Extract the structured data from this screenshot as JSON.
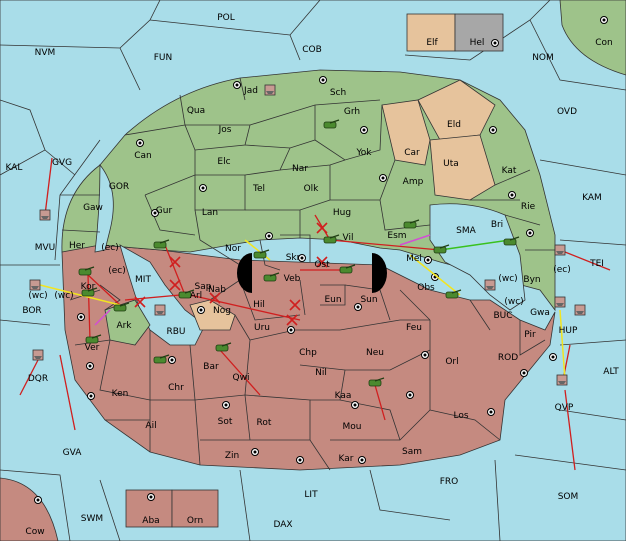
{
  "colors": {
    "sea": "#a9dde9",
    "green_power": "#9ec38a",
    "red_power": "#c58a80",
    "neutral": "#e6c39c",
    "order_red": "#d01f1f",
    "order_yellow": "#f2e420",
    "order_green": "#39c11d",
    "order_magenta": "#d24fd4"
  },
  "sea_labels": [
    "POL",
    "NVM",
    "FUN",
    "COB",
    "NOM",
    "Con",
    "KAL",
    "GVG",
    "OVD",
    "GOR",
    "KAM",
    "MVU",
    "TEI",
    "BOR",
    "MIT",
    "SMA",
    "BUC",
    "RBU",
    "ROD",
    "ALT",
    "DQR",
    "GVA",
    "FRO",
    "LIT",
    "SOM",
    "SWM",
    "DAX",
    "Cow"
  ],
  "land_labels": [
    "Jad",
    "Sch",
    "Qua",
    "Grh",
    "Elf",
    "Hel",
    "Eld",
    "Jos",
    "Can",
    "Yok",
    "Car",
    "Uta",
    "Elc",
    "Nar",
    "Tel",
    "Olk",
    "Amp",
    "Kat",
    "Gaw",
    "Gur",
    "Lan",
    "Hug",
    "Rie",
    "Bri",
    "Esm",
    "Her",
    "(ec)",
    "Nor",
    "Skr",
    "Vil",
    "Mel",
    "Byn",
    "Kor",
    "(wc)",
    "Sap",
    "Ost",
    "Veb",
    "(ec)",
    "Arl",
    "Nab",
    "Eun",
    "Sun",
    "Obs",
    "Gwa",
    "Pir",
    "Hil",
    "Nog",
    "Uru",
    "Feu",
    "Ver",
    "Bar",
    "Qwi",
    "Chp",
    "Neu",
    "Orl",
    "Chr",
    "Nil",
    "Ken",
    "Kaa",
    "Ail",
    "Sot",
    "Rot",
    "Mou",
    "Los",
    "Zin",
    "Kar",
    "Sam",
    "Aba",
    "Orn",
    "Ark",
    "(wc)",
    "(wc)",
    "(ec)",
    "HUP",
    "QVP",
    "(wc)"
  ],
  "coast_tags": [
    "(wc)",
    "(ec)",
    "(wc)",
    "(ec)",
    "(wc)",
    "(ec)"
  ]
}
